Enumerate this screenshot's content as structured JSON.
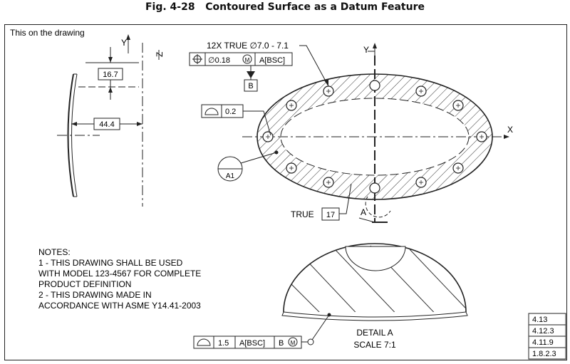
{
  "figure": {
    "title": "Fig. 4-28",
    "subtitle": "Contoured Surface as a Datum Feature",
    "caption": "This on the drawing"
  },
  "side_view": {
    "axis_y": "Y",
    "axis_z": "Z",
    "dim_height": "16.7",
    "dim_width": "44.4"
  },
  "top_view": {
    "hole_callout": "12X TRUE ∅7.0 - 7.1",
    "fcf_tolerance": "∅0.18",
    "fcf_modifier": "M",
    "fcf_datums": "A[BSC]",
    "datum_b": "B",
    "profile_tolerance": "0.2",
    "datum_a1": "A1",
    "true_label": "TRUE",
    "true_value": "17",
    "axis_x": "X",
    "axis_y": "Y",
    "section_letter": "A"
  },
  "notes": {
    "heading": "NOTES:",
    "lines": [
      "1 - THIS DRAWING SHALL BE USED",
      "WITH MODEL 123-4567 FOR COMPLETE",
      "PRODUCT DEFINITION",
      "2 - THIS DRAWING MADE IN",
      "ACCORDANCE WITH ASME Y14.41-2003"
    ]
  },
  "detail": {
    "profile_tolerance": "1.5",
    "datum_a": "A[BSC]",
    "datum_b": "B",
    "modifier": "M",
    "label": "DETAIL A",
    "scale": "SCALE 7:1"
  },
  "references": [
    "4.13",
    "4.12.3",
    "4.11.9",
    "1.8.2.3"
  ]
}
